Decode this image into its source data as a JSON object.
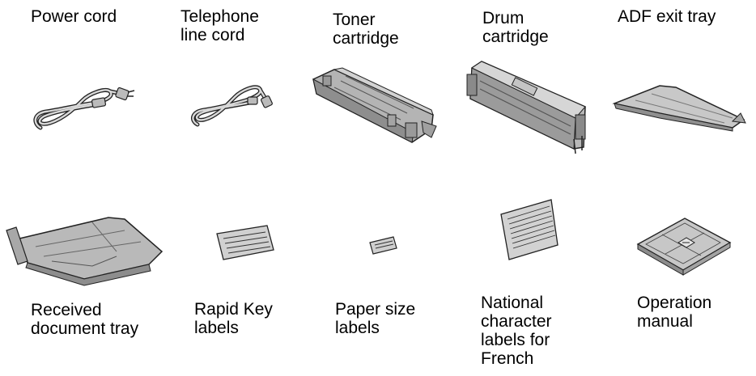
{
  "items": [
    {
      "id": "power-cord",
      "lines": [
        "Power cord"
      ],
      "icon": "power-cord-icon"
    },
    {
      "id": "telephone-line-cord",
      "lines": [
        "Telephone",
        "line cord"
      ],
      "icon": "telephone-cord-icon"
    },
    {
      "id": "toner-cartridge",
      "lines": [
        "Toner",
        "cartridge"
      ],
      "icon": "toner-cartridge-icon"
    },
    {
      "id": "drum-cartridge",
      "lines": [
        "Drum",
        "cartridge"
      ],
      "icon": "drum-cartridge-icon"
    },
    {
      "id": "adf-exit-tray",
      "lines": [
        "ADF exit tray"
      ],
      "icon": "adf-exit-tray-icon"
    },
    {
      "id": "received-document-tray",
      "lines": [
        "Received",
        "document tray"
      ],
      "icon": "received-document-tray-icon"
    },
    {
      "id": "rapid-key-labels",
      "lines": [
        "Rapid Key",
        "labels"
      ],
      "icon": "rapid-key-labels-icon"
    },
    {
      "id": "paper-size-labels",
      "lines": [
        "Paper size",
        "labels"
      ],
      "icon": "paper-size-labels-icon"
    },
    {
      "id": "national-character-labels",
      "lines": [
        "National",
        "character",
        "labels for",
        "French"
      ],
      "icon": "national-character-labels-icon"
    },
    {
      "id": "operation-manual",
      "lines": [
        "Operation",
        "manual"
      ],
      "icon": "operation-manual-icon"
    }
  ]
}
